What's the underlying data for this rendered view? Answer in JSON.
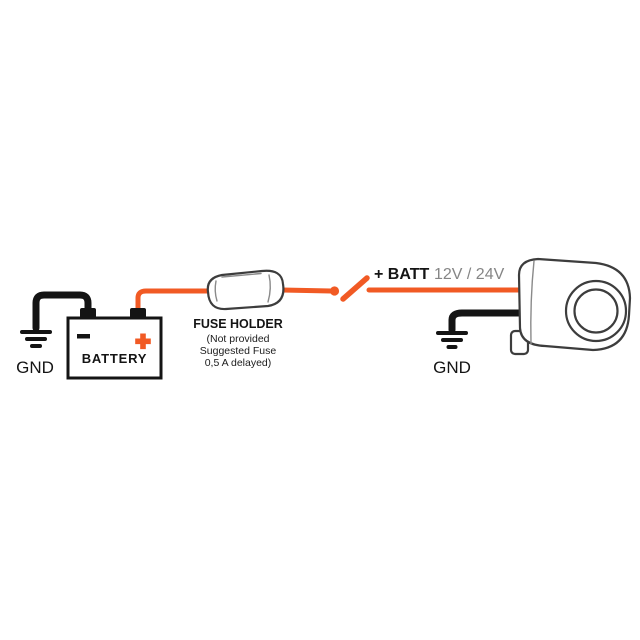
{
  "labels": {
    "left_gnd": "GND",
    "battery": "BATTERY",
    "fuse_title": "FUSE HOLDER",
    "fuse_note_line1": "(Not provided",
    "fuse_note_line2": "Suggested Fuse",
    "fuse_note_line3": "0,5 A delayed)",
    "batt_bold": "+ BATT",
    "batt_voltage": "12V / 24V",
    "right_gnd": "GND"
  },
  "icons": {
    "left_ground": "earth-ground-symbol",
    "right_ground": "earth-ground-symbol",
    "battery_minus": "minus-terminal-mark",
    "battery_plus": "plus-terminal-mark",
    "disconnect": "open-connection-break"
  },
  "colors": {
    "wire_positive": "#f15a24",
    "wire_ground": "#141414",
    "component_outline": "#3d3d3d",
    "voltage_text": "#858585",
    "background": "#ffffff"
  }
}
